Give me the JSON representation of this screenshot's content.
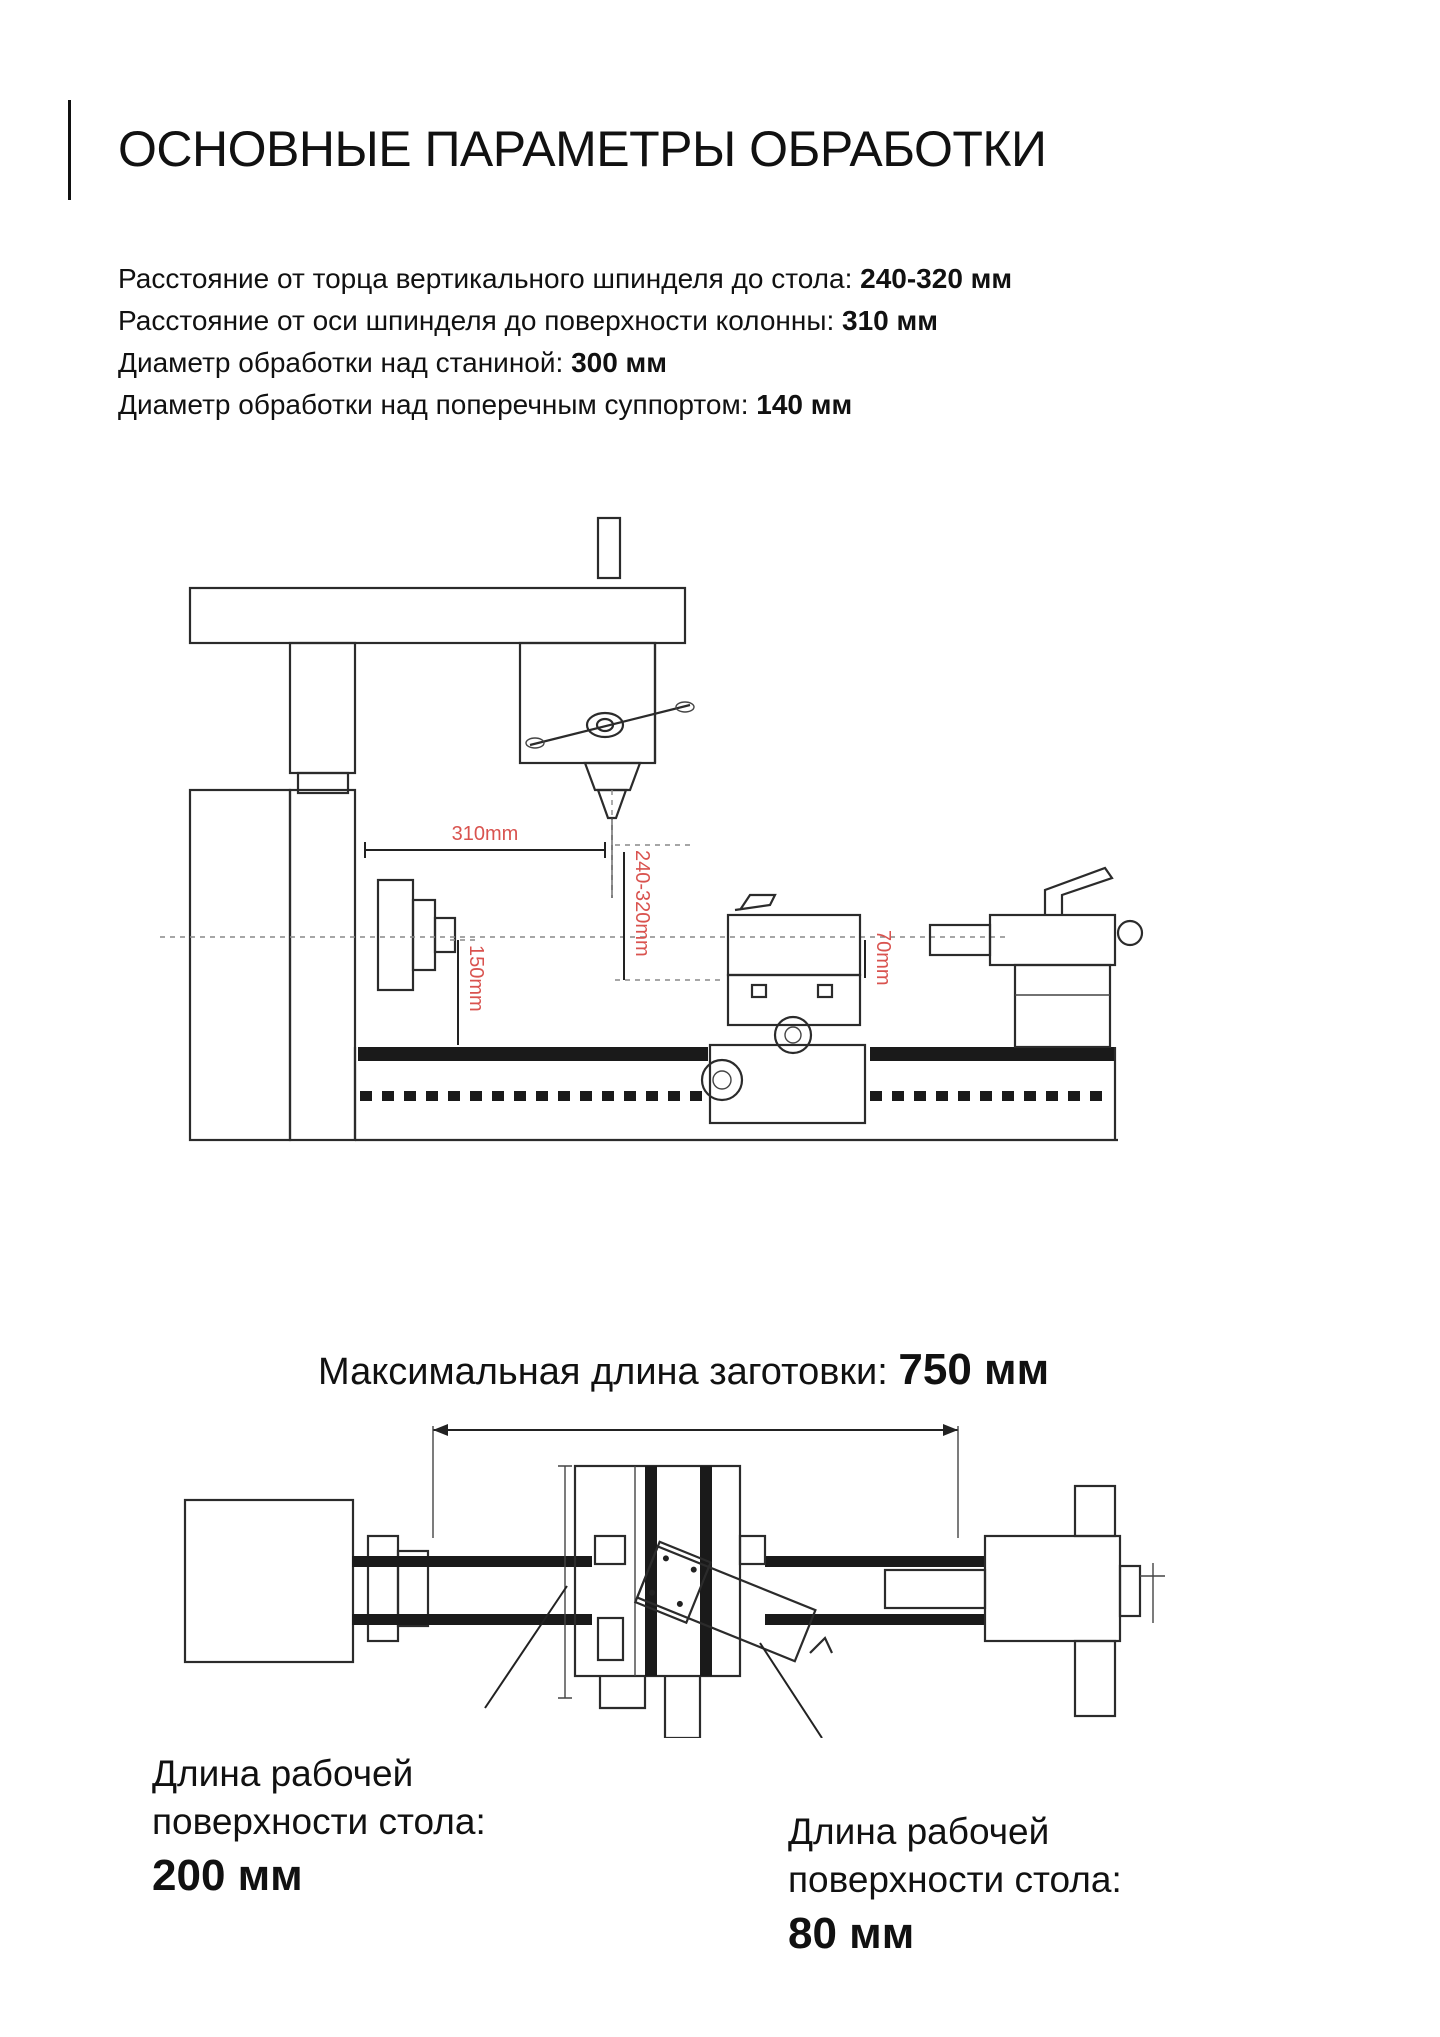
{
  "title": "ОСНОВНЫЕ ПАРАМЕТРЫ ОБРАБОТКИ",
  "params": [
    {
      "label": "Расстояние от торца вертикального шпинделя до стола:",
      "value": "240-320 мм"
    },
    {
      "label": "Расстояние от оси шпинделя до поверхности колонны:",
      "value": "310 мм"
    },
    {
      "label": "Диаметр обработки над станиной:",
      "value": "300 мм"
    },
    {
      "label": "Диаметр обработки над поперечным суппортом:",
      "value": "140 мм"
    }
  ],
  "diagram1": {
    "dims": {
      "spindle_to_column": "310mm",
      "spindle_to_table": "240-320mm",
      "center_height": "150mm",
      "cross_slide_height": "70mm"
    },
    "dim_color": "#d9534f"
  },
  "diagram2": {
    "caption_label": "Максимальная длина заготовки:",
    "caption_value": "750 мм",
    "left_label_line1": "Длина рабочей",
    "left_label_line2": "поверхности стола:",
    "left_label_value": "200 мм",
    "right_label_line1": "Длина рабочей",
    "right_label_line2": "поверхности стола:",
    "right_label_value": "80 мм"
  }
}
